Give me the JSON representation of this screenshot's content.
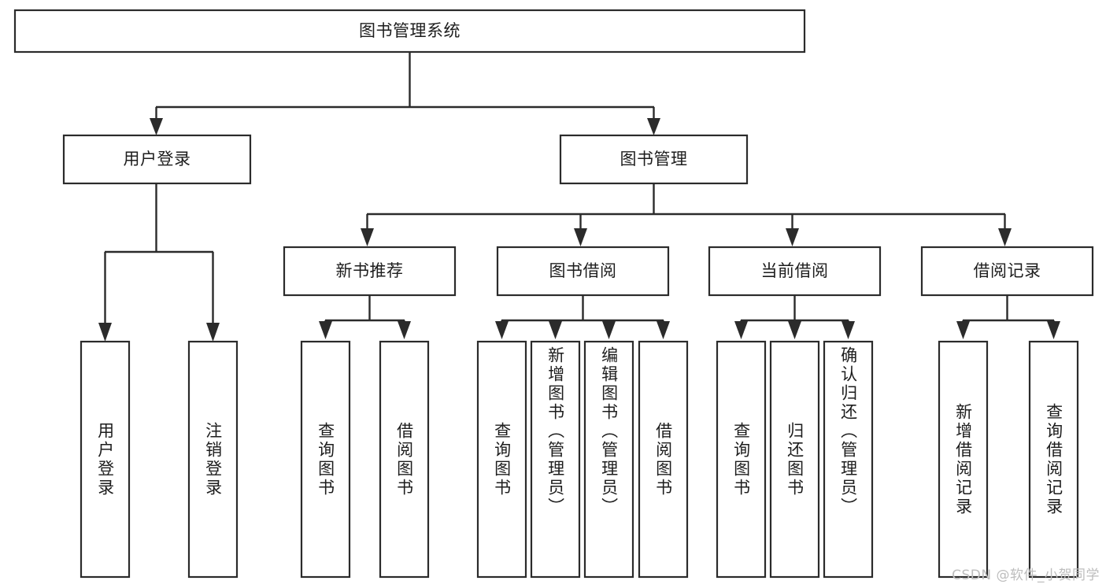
{
  "diagram": {
    "type": "tree-hierarchy",
    "title": "图书管理系统",
    "watermark": "CSDN @软件_小贺同学",
    "colors": {
      "background": "#ffffff",
      "box_stroke": "#2b2b2b",
      "box_fill": "#ffffff",
      "text": "#1d1d1d",
      "watermark": "#bdbdbd"
    },
    "levels": {
      "root": {
        "label": "图书管理系统"
      },
      "level2": [
        {
          "label": "用户登录"
        },
        {
          "label": "图书管理"
        }
      ],
      "level3": [
        {
          "label": "新书推荐"
        },
        {
          "label": "图书借阅"
        },
        {
          "label": "当前借阅"
        },
        {
          "label": "借阅记录"
        }
      ],
      "leaves": [
        {
          "label": "用户登录",
          "parent": "用户登录"
        },
        {
          "label": "注销登录",
          "parent": "用户登录"
        },
        {
          "label": "查询图书",
          "parent": "新书推荐"
        },
        {
          "label": "借阅图书",
          "parent": "新书推荐"
        },
        {
          "label": "查询图书",
          "parent": "图书借阅"
        },
        {
          "label": "新增图书（管理员）",
          "parent": "图书借阅"
        },
        {
          "label": "编辑图书（管理员）",
          "parent": "图书借阅"
        },
        {
          "label": "借阅图书",
          "parent": "图书借阅"
        },
        {
          "label": "查询图书",
          "parent": "当前借阅"
        },
        {
          "label": "归还图书",
          "parent": "当前借阅"
        },
        {
          "label": "确认归还（管理员）",
          "parent": "当前借阅"
        },
        {
          "label": "新增借阅记录",
          "parent": "借阅记录"
        },
        {
          "label": "查询借阅记录",
          "parent": "借阅记录"
        }
      ]
    }
  }
}
